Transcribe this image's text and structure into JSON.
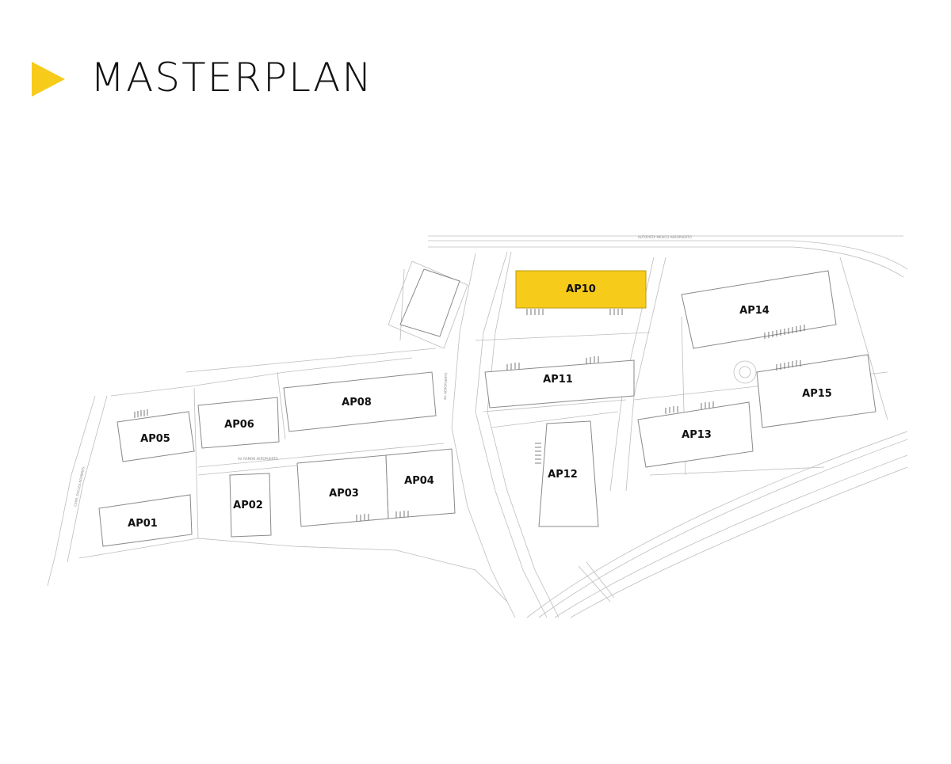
{
  "header": {
    "title": "MASTERPLAN",
    "accent_color": "#F7CB1A",
    "arrow_icon": "play-triangle-icon"
  },
  "map": {
    "highlight_color": "#F7CB1A",
    "lots": [
      {
        "id": "AP01",
        "label": "AP01",
        "highlighted": false
      },
      {
        "id": "AP02",
        "label": "AP02",
        "highlighted": false
      },
      {
        "id": "AP03",
        "label": "AP03",
        "highlighted": false
      },
      {
        "id": "AP04",
        "label": "AP04",
        "highlighted": false
      },
      {
        "id": "AP05",
        "label": "AP05",
        "highlighted": false
      },
      {
        "id": "AP06",
        "label": "AP06",
        "highlighted": false
      },
      {
        "id": "AP08",
        "label": "AP08",
        "highlighted": false
      },
      {
        "id": "AP10",
        "label": "AP10",
        "highlighted": true
      },
      {
        "id": "AP11",
        "label": "AP11",
        "highlighted": false
      },
      {
        "id": "AP12",
        "label": "AP12",
        "highlighted": false
      },
      {
        "id": "AP13",
        "label": "AP13",
        "highlighted": false
      },
      {
        "id": "AP14",
        "label": "AP14",
        "highlighted": false
      },
      {
        "id": "AP15",
        "label": "AP15",
        "highlighted": false
      }
    ],
    "road_labels": {
      "autopista": "AUTOPISTA MEXICO AEROPUERTO",
      "carr_dulces": "CARR. DULCES NOMBRES",
      "av_aeropuerto": "AV. RAMON AEROPUERTO",
      "av_lateral": "AV. AEROPUERTO"
    }
  }
}
